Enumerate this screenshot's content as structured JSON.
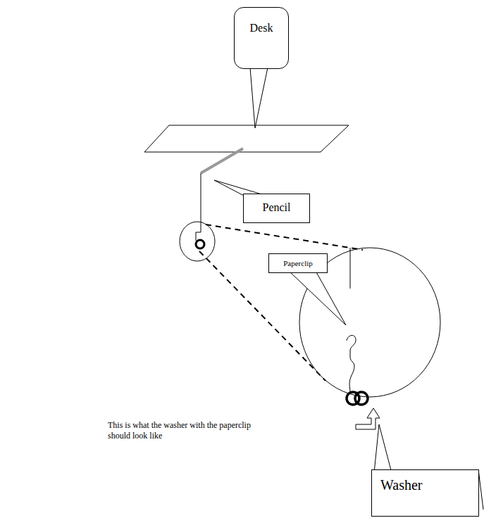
{
  "diagram": {
    "nodes": [
      {
        "text": [
          "Desk"
        ]
      },
      {
        "text": [
          "Pencil"
        ]
      },
      {
        "text": [
          "Paperclip"
        ]
      },
      {
        "text": [
          "Washer"
        ]
      }
    ],
    "labels": [
      "This is what the washer with the paperclip should look like"
    ]
  }
}
